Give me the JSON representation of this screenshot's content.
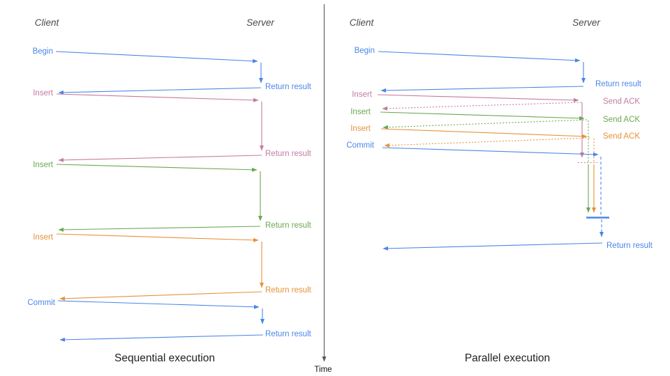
{
  "colors": {
    "blue": "#4a86e8",
    "pink": "#c27ba0",
    "green": "#6aa84f",
    "orange": "#e69138",
    "axis_gray": "#595959",
    "header_gray": "#4a4a4a",
    "title_black": "#1f1f1f"
  },
  "left": {
    "title": "Sequential execution",
    "client": "Client",
    "server": "Server",
    "rows": [
      {
        "label": "Begin",
        "result": "Return result"
      },
      {
        "label": "Insert",
        "result": "Return result"
      },
      {
        "label": "Insert",
        "result": "Return result"
      },
      {
        "label": "Insert",
        "result": "Return result"
      },
      {
        "label": "Commit",
        "result": "Return result"
      }
    ]
  },
  "right": {
    "title": "Parallel execution",
    "client": "Client",
    "server": "Server",
    "rows": [
      {
        "label": "Begin",
        "result": "Return result"
      },
      {
        "label": "Insert",
        "result": "Send ACK"
      },
      {
        "label": "Insert",
        "result": "Send ACK"
      },
      {
        "label": "Insert",
        "result": "Send ACK"
      },
      {
        "label": "Commit",
        "result": ""
      }
    ],
    "final_result": "Return result"
  },
  "time_axis": {
    "label": "Time"
  }
}
